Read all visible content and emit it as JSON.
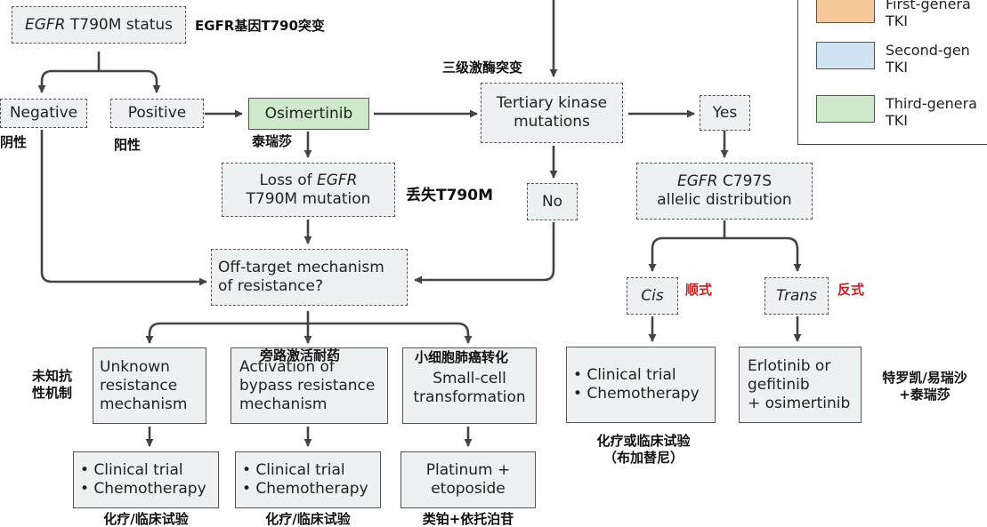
{
  "boxes": {
    "status": {
      "prefix": "EGFR",
      "rest": " T790M status"
    },
    "negative": "Negative",
    "positive": "Positive",
    "osimertinib": "Osimertinib",
    "tertiary": [
      "Tertiary kinase",
      "mutations"
    ],
    "yes": "Yes",
    "no": "No",
    "loss": {
      "l1_prefix": "Loss of ",
      "l1_gene": "EGFR",
      "l2": "T790M mutation"
    },
    "c797s": {
      "gene": "EGFR",
      "l1_rest": " C797S",
      "l2": "allelic distribution"
    },
    "offtarget": [
      "Off-target mechanism",
      "of resistance?"
    ],
    "cis": "Cis",
    "trans": "Trans",
    "unknown": [
      "Unknown",
      "resistance",
      "mechanism"
    ],
    "bypass": [
      "Activation of",
      "bypass resistance",
      "mechanism"
    ],
    "sclc": [
      "Small-cell",
      "transformation"
    ],
    "cis_tx": [
      "• Clinical trial",
      "• Chemotherapy"
    ],
    "trans_tx": [
      "Erlotinib or",
      "gefitinib",
      "+ osimertinib"
    ],
    "unknown_tx": [
      "• Clinical trial",
      "• Chemotherapy"
    ],
    "bypass_tx": [
      "• Clinical trial",
      "• Chemotherapy"
    ],
    "sclc_tx": [
      "Platinum +",
      "etoposide"
    ]
  },
  "annotations": {
    "status_cn": "EGFR基因T790突变",
    "negative_cn": "阴性",
    "positive_cn": "阳性",
    "osimertinib_cn": "泰瑞莎",
    "tertiary_cn": "三级激酶突变",
    "loss_cn": "丢失T790M",
    "cis_cn": "顺式",
    "trans_cn": "反式",
    "unknown_cn": [
      "未知抗",
      "性机制"
    ],
    "bypass_cn": "旁路激活耐药",
    "sclc_cn": "小细胞肺癌转化",
    "cis_tx_cn": [
      "化疗或临床试验",
      "（布加替尼）"
    ],
    "trans_tx_cn": [
      "特罗凯/易瑞沙",
      "+泰瑞莎"
    ],
    "unknown_tx_cn": "化疗/临床试验",
    "bypass_tx_cn": "化疗/临床试验",
    "sclc_tx_cn": "类铂+依托泊苷"
  },
  "legend": [
    {
      "label": [
        "First-genera",
        "TKI"
      ],
      "color": "#f5c89a"
    },
    {
      "label": [
        "Second-gen",
        "TKI"
      ],
      "color": "#cfe3f1"
    },
    {
      "label": [
        "Third-genera",
        "TKI"
      ],
      "color": "#cfeacb"
    }
  ],
  "colors": {
    "box_fill": "#eef1f2",
    "osimertinib_fill": "#cfeacb",
    "line": "#444444",
    "annotation_red": "#d21a1a"
  }
}
